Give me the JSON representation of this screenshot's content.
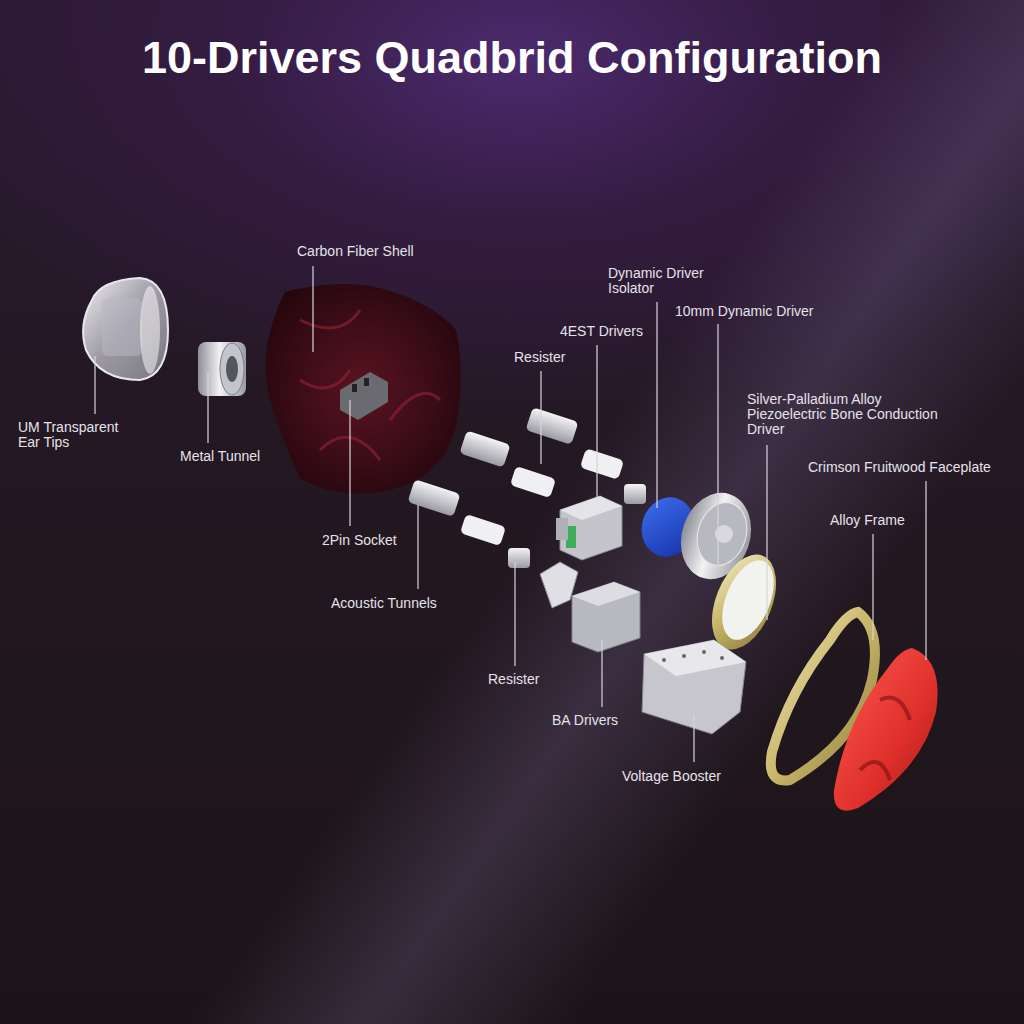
{
  "diagram": {
    "title": "10-Drivers Quadbrid Configuration",
    "labels": [
      "Carbon Fiber Shell",
      "Dynamic Driver Isolator",
      "10mm Dynamic Driver",
      "4EST Drivers",
      "Resister",
      "Silver-Palladium Alloy Piezoelectric Bone Conduction Driver",
      "Crimson Fruitwood Faceplate",
      "Alloy Frame",
      "UM Transparent Ear Tips",
      "Metal Tunnel",
      "2Pin Socket",
      "Acoustic Tunnels",
      "Resister",
      "BA Drivers",
      "Voltage Booster"
    ]
  }
}
